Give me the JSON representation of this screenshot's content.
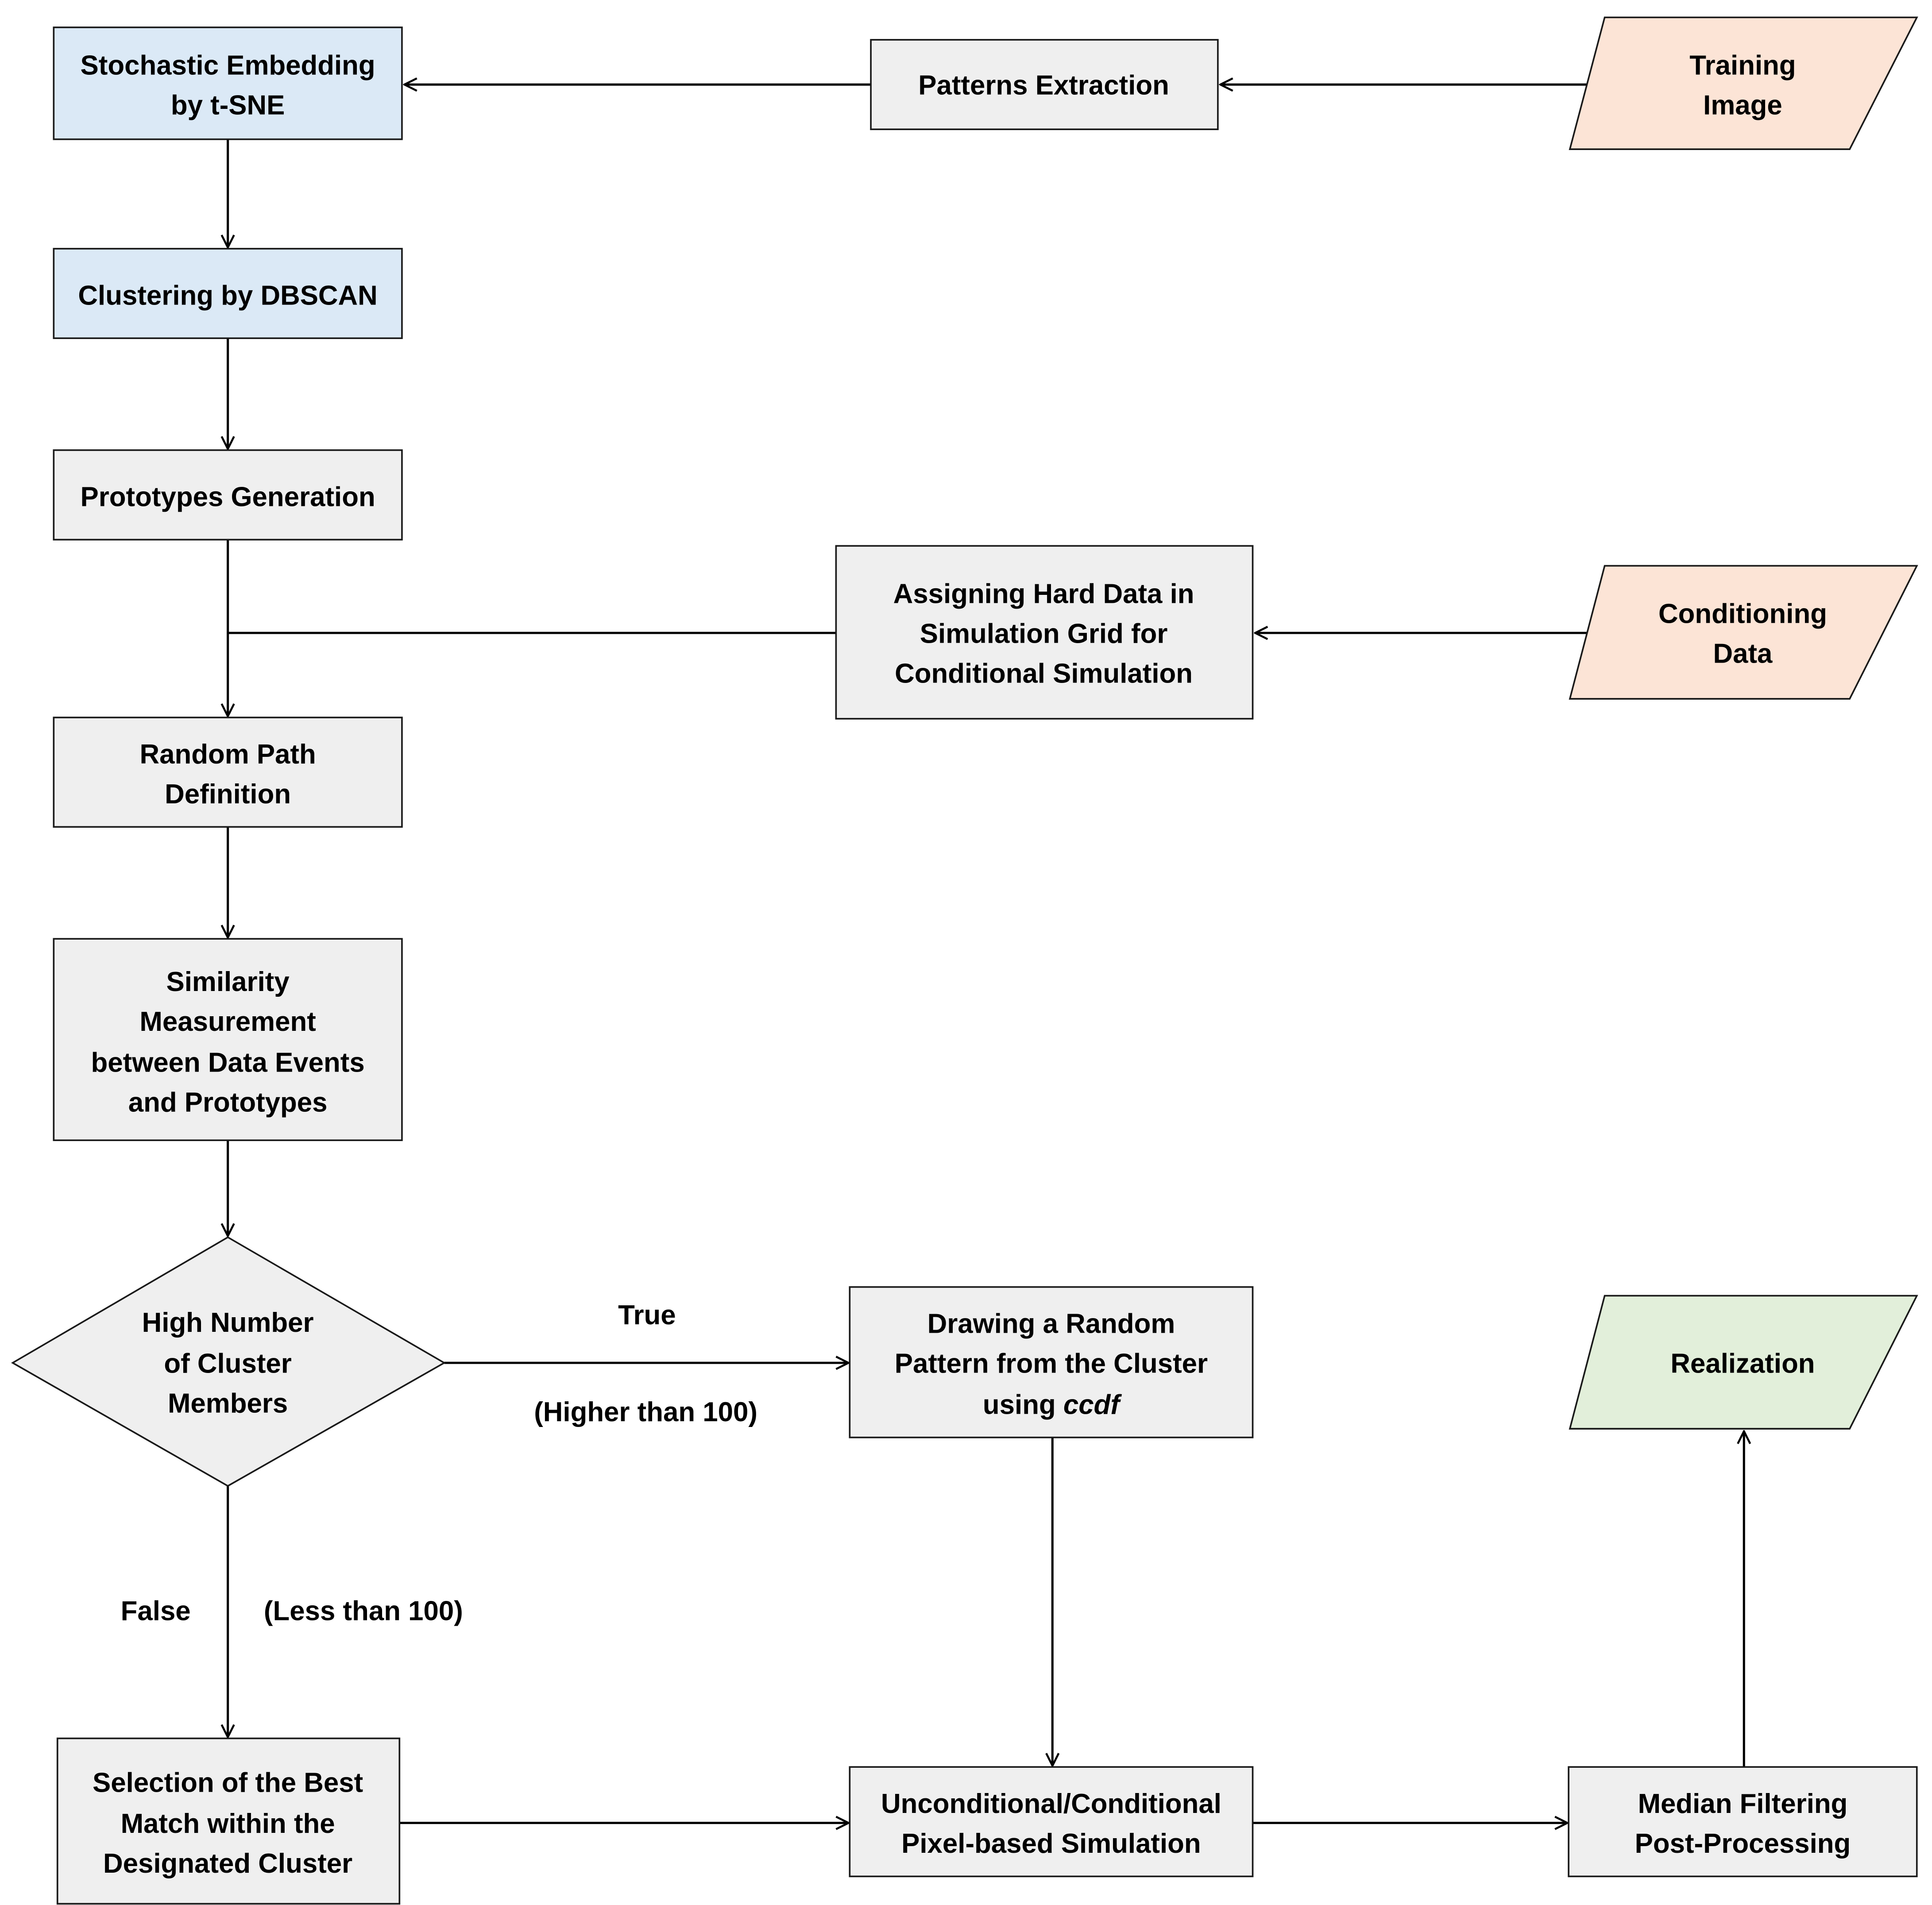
{
  "colors": {
    "blue": "#dbe9f6",
    "gray": "#efefef",
    "peach": "#fce4d6",
    "green": "#e2efda",
    "stroke": "#1a1a1a"
  },
  "nodes": {
    "stochastic": [
      "Stochastic Embedding",
      "by t-SNE"
    ],
    "patterns": [
      "Patterns Extraction"
    ],
    "training": [
      "Training",
      "Image"
    ],
    "clustering": [
      "Clustering by DBSCAN"
    ],
    "prototypes": [
      "Prototypes Generation"
    ],
    "assigning": [
      "Assigning Hard Data in",
      "Simulation Grid for",
      "Conditional Simulation"
    ],
    "conditioning": [
      "Conditioning",
      "Data"
    ],
    "random_path": [
      "Random Path",
      "Definition"
    ],
    "similarity": [
      "Similarity",
      "Measurement",
      "between Data Events",
      "and Prototypes"
    ],
    "decision": [
      "High Number",
      "of Cluster",
      "Members"
    ],
    "drawing": [
      "Drawing a Random",
      "Pattern from the Cluster",
      "using ",
      "ccdf"
    ],
    "realization": [
      "Realization"
    ],
    "selection": [
      "Selection of the Best",
      "Match within the",
      "Designated Cluster"
    ],
    "unconditional": [
      "Unconditional/Conditional",
      "Pixel-based Simulation"
    ],
    "median": [
      "Median Filtering",
      "Post-Processing"
    ]
  },
  "edge_labels": {
    "true": "True",
    "higher": "(Higher than 100)",
    "false": "False",
    "less": "(Less than 100)"
  }
}
